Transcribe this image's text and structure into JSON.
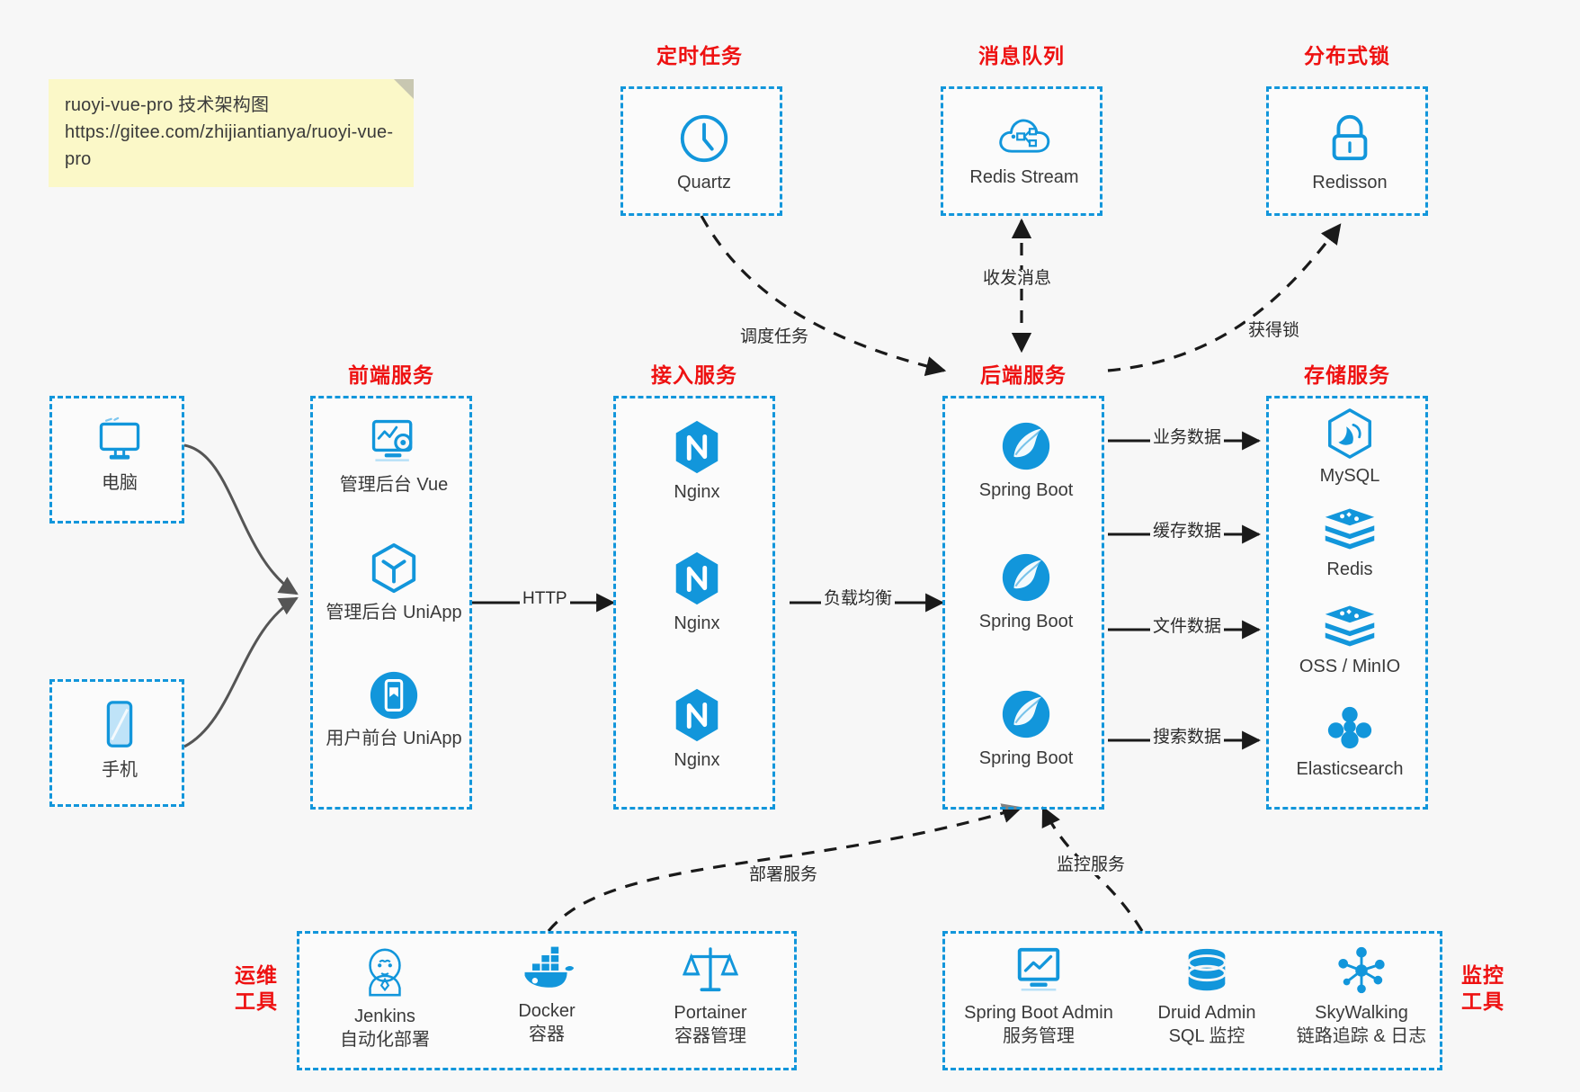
{
  "note": {
    "line1": "ruoyi-vue-pro 技术架构图",
    "line2": "https://gitee.com/zhijiantianya/ruoyi-vue-pro"
  },
  "colors": {
    "accent_blue": "#1296db",
    "group_title_red": "#ee1111",
    "note_yellow": "#fbf8c8",
    "background": "#f7f7f7",
    "arrow_dark": "#1a1a1a",
    "arrow_gray": "#555555"
  },
  "groups": {
    "scheduled_task": {
      "title": "定时任务",
      "nodes": [
        {
          "label": "Quartz",
          "icon": "clock-icon"
        }
      ]
    },
    "message_queue": {
      "title": "消息队列",
      "nodes": [
        {
          "label": "Redis Stream",
          "icon": "cloud-stream-icon"
        }
      ]
    },
    "distributed_lock": {
      "title": "分布式锁",
      "nodes": [
        {
          "label": "Redisson",
          "icon": "lock-icon"
        }
      ]
    },
    "clients": {
      "nodes": [
        {
          "label": "电脑",
          "icon": "desktop-computer-icon"
        },
        {
          "label": "手机",
          "icon": "mobile-phone-icon"
        }
      ]
    },
    "frontend": {
      "title": "前端服务",
      "nodes": [
        {
          "label": "管理后台 Vue",
          "icon": "dashboard-settings-icon"
        },
        {
          "label": "管理后台 UniApp",
          "icon": "cube-icon"
        },
        {
          "label": "用户前台 UniApp",
          "icon": "mobile-app-icon"
        }
      ]
    },
    "gateway": {
      "title": "接入服务",
      "nodes": [
        {
          "label": "Nginx",
          "icon": "nginx-icon"
        },
        {
          "label": "Nginx",
          "icon": "nginx-icon"
        },
        {
          "label": "Nginx",
          "icon": "nginx-icon"
        }
      ]
    },
    "backend": {
      "title": "后端服务",
      "nodes": [
        {
          "label": "Spring Boot",
          "icon": "spring-boot-icon"
        },
        {
          "label": "Spring Boot",
          "icon": "spring-boot-icon"
        },
        {
          "label": "Spring Boot",
          "icon": "spring-boot-icon"
        }
      ]
    },
    "storage": {
      "title": "存储服务",
      "nodes": [
        {
          "label": "MySQL",
          "icon": "mysql-icon"
        },
        {
          "label": "Redis",
          "icon": "redis-icon"
        },
        {
          "label": "OSS / MinIO",
          "icon": "oss-minio-icon"
        },
        {
          "label": "Elasticsearch",
          "icon": "elasticsearch-icon"
        }
      ]
    },
    "devops": {
      "title": "运维\n工具",
      "title_line1": "运维",
      "title_line2": "工具",
      "nodes": [
        {
          "label": "Jenkins",
          "sub": "自动化部署",
          "icon": "jenkins-icon"
        },
        {
          "label": "Docker",
          "sub": "容器",
          "icon": "docker-icon"
        },
        {
          "label": "Portainer",
          "sub": "容器管理",
          "icon": "portainer-icon"
        }
      ]
    },
    "monitoring": {
      "title_line1": "监控",
      "title_line2": "工具",
      "nodes": [
        {
          "label": "Spring Boot Admin",
          "sub": "服务管理",
          "icon": "monitor-chart-icon"
        },
        {
          "label": "Druid Admin",
          "sub": "SQL 监控",
          "icon": "database-icon"
        },
        {
          "label": "SkyWalking",
          "sub": "链路追踪 & 日志",
          "icon": "skywalking-icon"
        }
      ]
    }
  },
  "edges": [
    {
      "label": "调度任务",
      "from": "Quartz",
      "to": "后端服务"
    },
    {
      "label": "收发消息",
      "from": "Redis Stream",
      "to": "后端服务"
    },
    {
      "label": "获得锁",
      "from": "后端服务",
      "to": "Redisson"
    },
    {
      "label": "HTTP",
      "from": "前端服务",
      "to": "接入服务"
    },
    {
      "label": "负载均衡",
      "from": "接入服务",
      "to": "后端服务"
    },
    {
      "label": "业务数据",
      "from": "后端服务",
      "to": "MySQL"
    },
    {
      "label": "缓存数据",
      "from": "后端服务",
      "to": "Redis"
    },
    {
      "label": "文件数据",
      "from": "后端服务",
      "to": "OSS / MinIO"
    },
    {
      "label": "搜索数据",
      "from": "后端服务",
      "to": "Elasticsearch"
    },
    {
      "label": "部署服务",
      "from": "运维工具",
      "to": "后端服务"
    },
    {
      "label": "监控服务",
      "from": "监控工具",
      "to": "后端服务"
    }
  ]
}
